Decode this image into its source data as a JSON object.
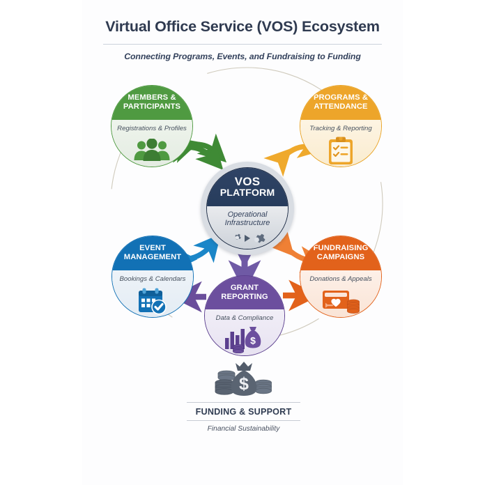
{
  "header": {
    "title": "Virtual Office Service (VOS) Ecosystem",
    "subtitle": "Connecting Programs, Events, and Fundraising to Funding"
  },
  "hub": {
    "name": "VOS PLATFORM",
    "title_line1": "VOS",
    "title_line2": "PLATFORM",
    "subtitle_line1": "Operational",
    "subtitle_line2": "Infrastructure",
    "icon": "gears-icon",
    "color": "#2f4466"
  },
  "nodes": [
    {
      "id": "members",
      "title_line1": "MEMBERS &",
      "title_line2": "PARTICIPANTS",
      "subtitle": "Registrations & Profiles",
      "icon": "people-group-icon",
      "color": "#4f9a41"
    },
    {
      "id": "programs",
      "title_line1": "PROGRAMS &",
      "title_line2": "ATTENDANCE",
      "subtitle": "Tracking & Reporting",
      "icon": "clipboard-checklist-icon",
      "color": "#eda52a"
    },
    {
      "id": "event",
      "title_line1": "EVENT",
      "title_line2": "MANAGEMENT",
      "subtitle": "Bookings & Calendars",
      "icon": "calendar-check-icon",
      "color": "#1271b5"
    },
    {
      "id": "fundraising",
      "title_line1": "FUNDRAISING",
      "title_line2": "CAMPAIGNS",
      "subtitle": "Donations & Appeals",
      "icon": "donation-card-heart-coins-icon",
      "color": "#e2621b"
    },
    {
      "id": "grant",
      "title_line1": "GRANT",
      "title_line2": "REPORTING",
      "subtitle": "Data & Compliance",
      "icon": "bar-chart-money-bag-icon",
      "color": "#6c4f9e"
    }
  ],
  "funding": {
    "title": "FUNDING & SUPPORT",
    "subtitle": "Financial Sustainability",
    "icon": "money-bag-coins-icon",
    "color": "#5a6576"
  },
  "connectors": [
    {
      "id": "members-hub",
      "from": "members",
      "to": "hub",
      "style": "double-arrow",
      "color": "#3f8a35"
    },
    {
      "id": "hub-programs",
      "from": "hub",
      "to": "programs",
      "style": "double-arrow",
      "color": "#efa92c"
    },
    {
      "id": "event-hub",
      "from": "event",
      "to": "hub",
      "style": "double-arrow",
      "color": "#1b86c8"
    },
    {
      "id": "hub-fundraising",
      "from": "hub",
      "to": "fundraising",
      "style": "double-arrow",
      "color": "#ef8035"
    },
    {
      "id": "hub-grant",
      "from": "hub",
      "to": "grant",
      "style": "double-arrow",
      "color": "#6f5aa5"
    },
    {
      "id": "grant-event",
      "from": "grant",
      "to": "event",
      "style": "single-arrow",
      "color": "#6a4e9b"
    },
    {
      "id": "grant-fundraising",
      "from": "grant",
      "to": "fundraising",
      "style": "single-arrow",
      "color": "#e2621b"
    },
    {
      "id": "ring",
      "from": "all-nodes",
      "to": "all-nodes",
      "style": "thin-ring",
      "color": "#b9b4a9"
    }
  ]
}
